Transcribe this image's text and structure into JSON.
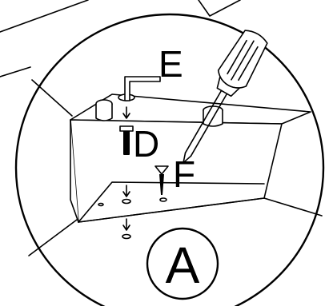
{
  "labels": {
    "allen_key": "E",
    "bolt": "D",
    "screw": "F",
    "detail_view": "A"
  },
  "colors": {
    "ink": "#000000",
    "paper": "#ffffff"
  }
}
